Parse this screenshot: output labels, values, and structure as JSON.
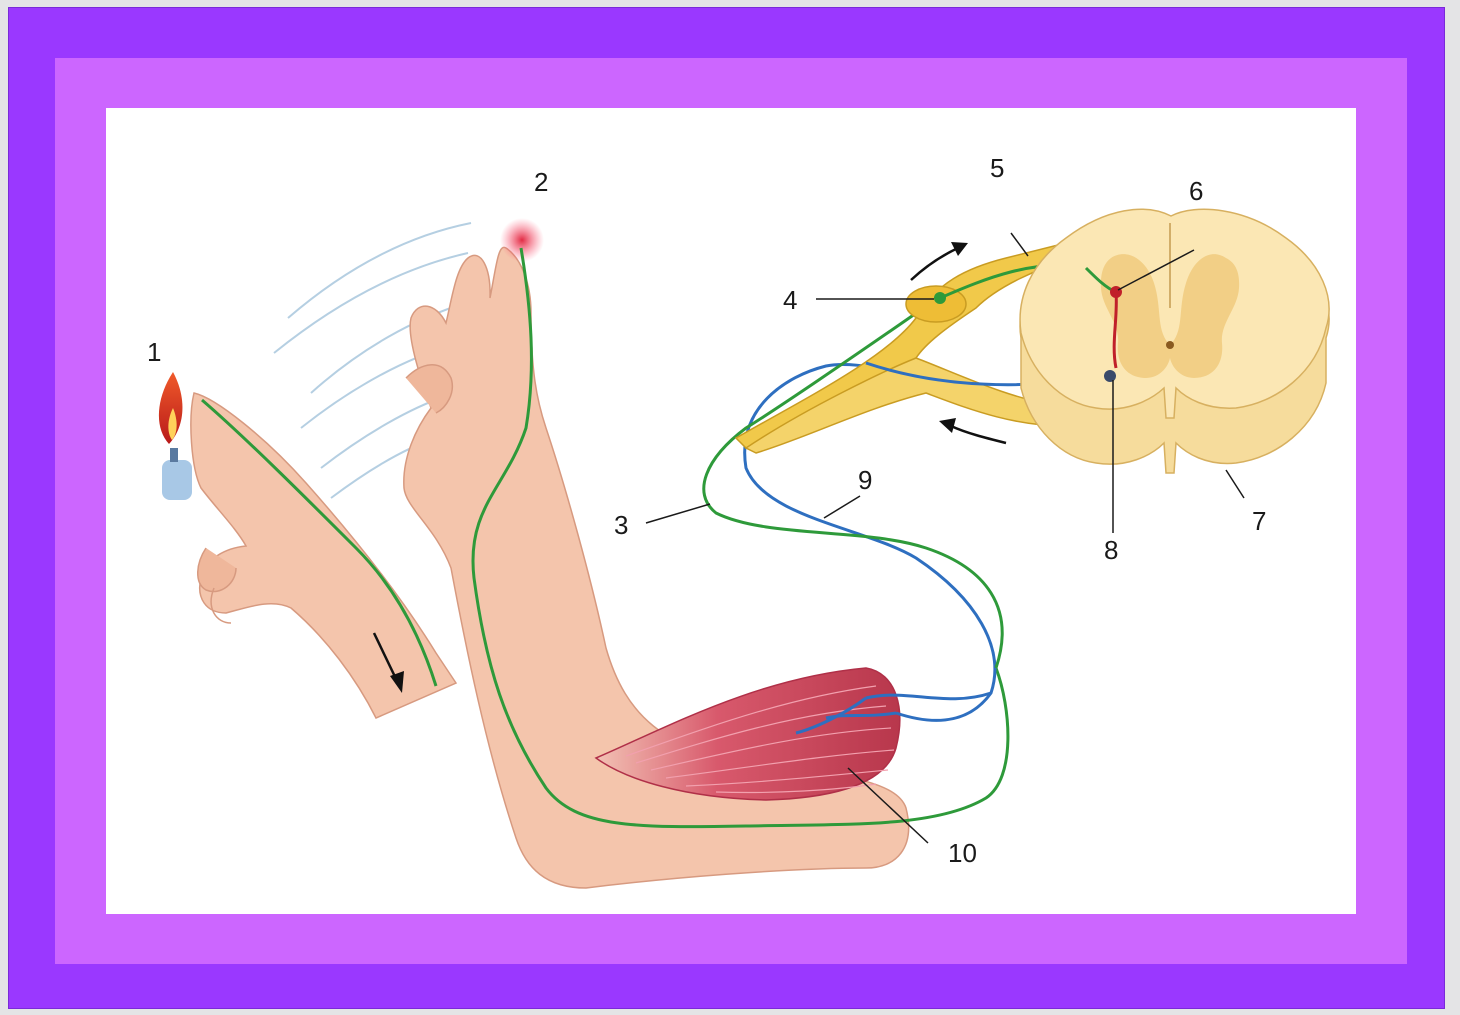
{
  "diagram": {
    "labels": {
      "l1": "1",
      "l2": "2",
      "l3": "3",
      "l4": "4",
      "l5": "5",
      "l6": "6",
      "l7": "7",
      "l8": "8",
      "l9": "9",
      "l10": "10"
    },
    "colors": {
      "outer_frame": "#9a38ff",
      "inner_frame": "#cc66ff",
      "sensory_nerve": "#2e9a3a",
      "motor_nerve": "#2e6fc0",
      "interneuron": "#c0202a",
      "spinal_cord": "#fbe3a6",
      "muscle": "#c9485c",
      "skin": "#f3c0a6"
    }
  }
}
